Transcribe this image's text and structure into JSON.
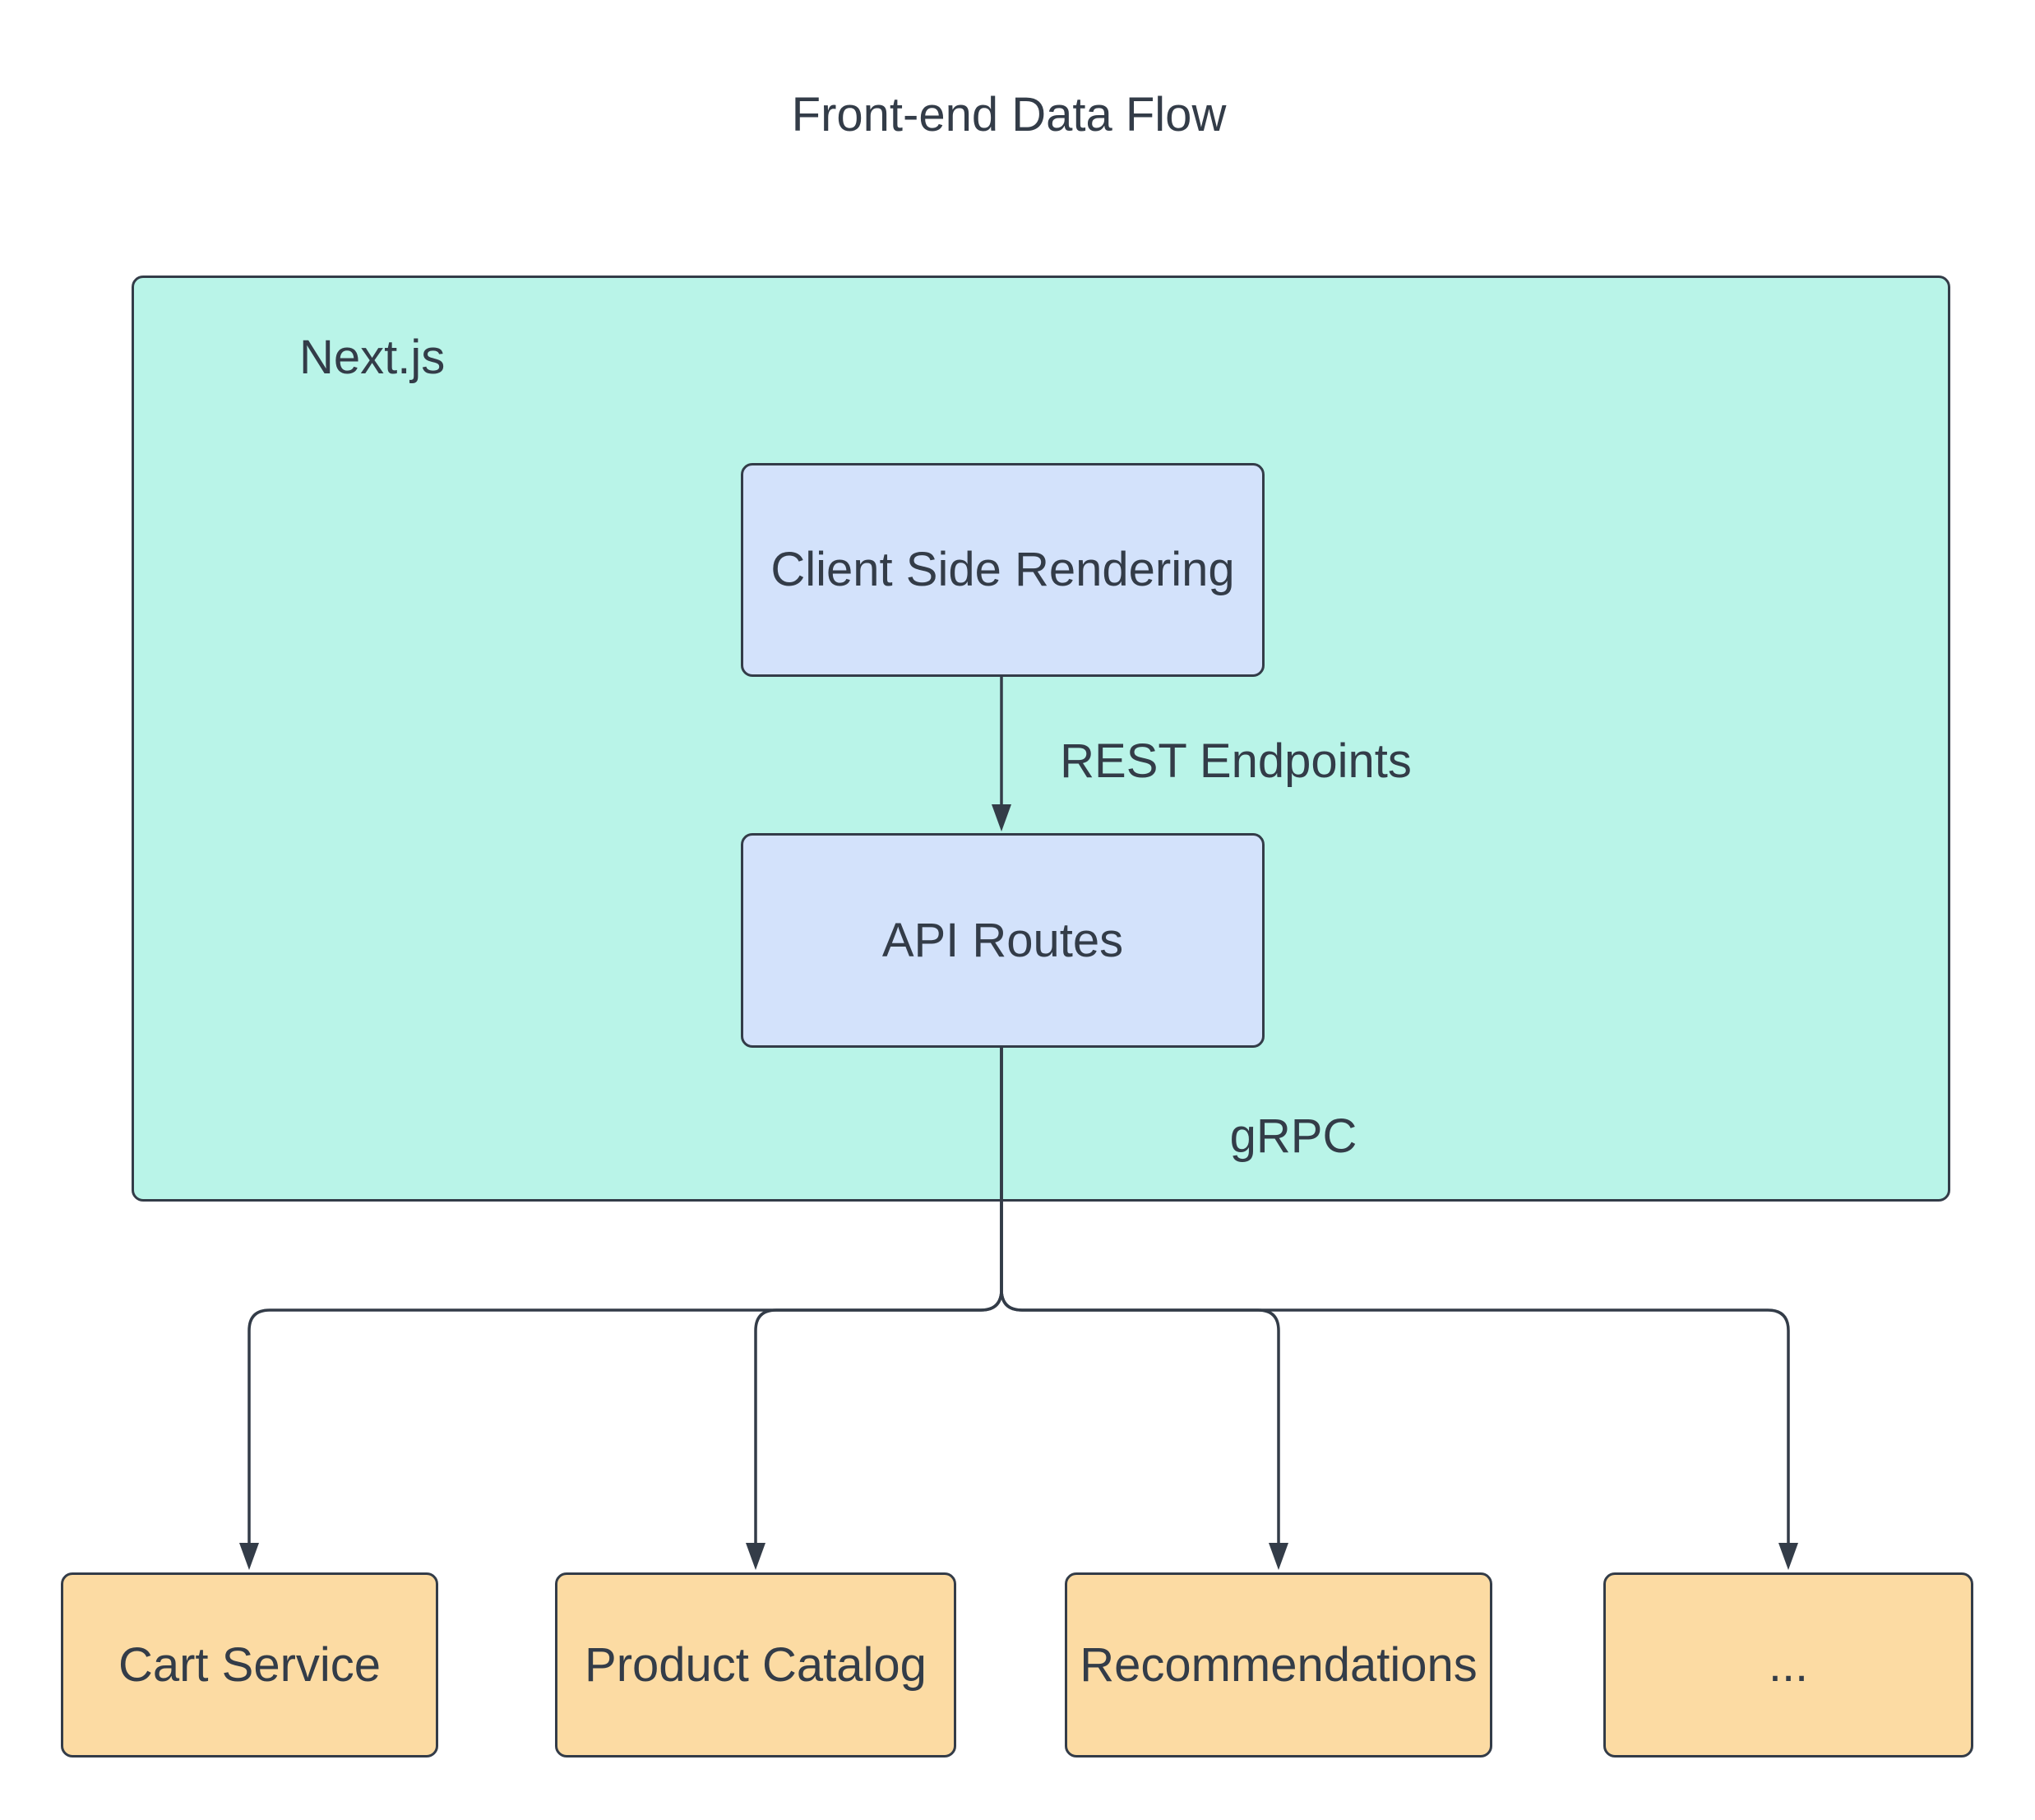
{
  "diagram": {
    "title": "Front-end Data Flow",
    "container": {
      "label": "Next.js"
    },
    "nodes": {
      "csr": {
        "label": "Client Side Rendering"
      },
      "api": {
        "label": "API Routes"
      },
      "cart": {
        "label": "Cart Service"
      },
      "catalog": {
        "label": "Product Catalog"
      },
      "recs": {
        "label": "Recommendations"
      },
      "more": {
        "label": "..."
      }
    },
    "edge_labels": {
      "rest": "REST Endpoints",
      "grpc": "gRPC"
    },
    "colors": {
      "container_fill": "#b9f4e8",
      "node_fill_blue": "#d3e2fb",
      "node_fill_orange": "#fcdba3",
      "border": "#333c48",
      "text": "#333c48",
      "background": "#ffffff"
    }
  }
}
